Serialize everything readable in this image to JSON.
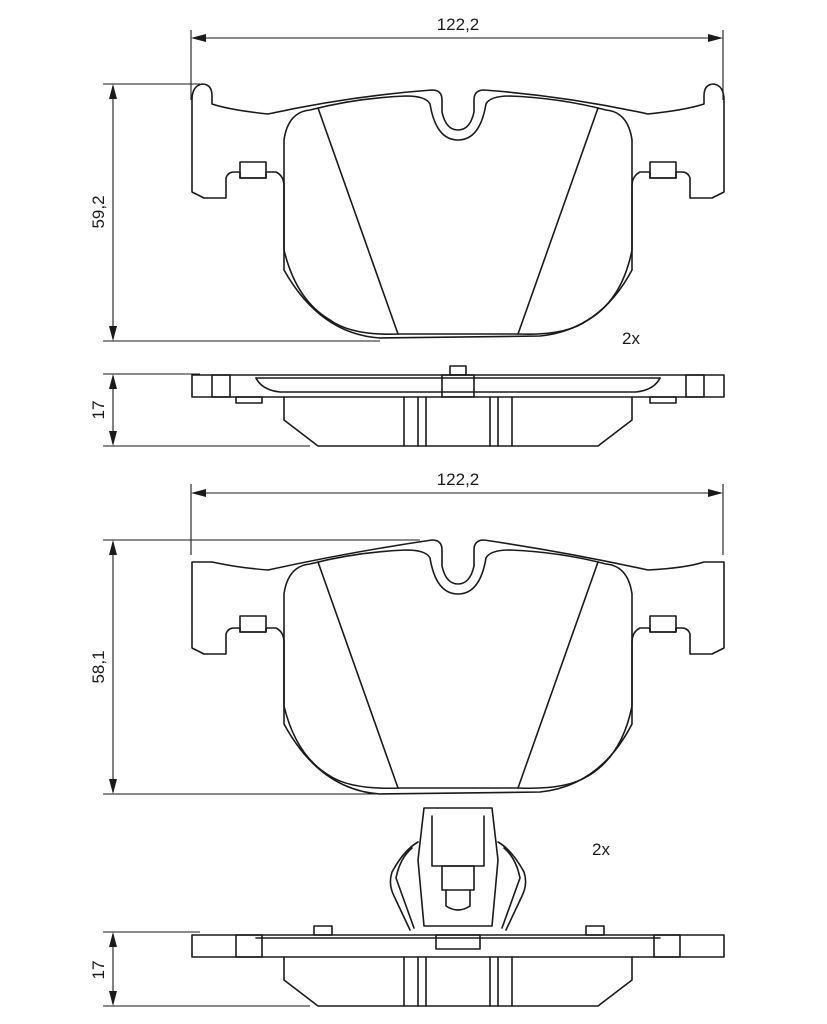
{
  "top_pad": {
    "width_label": "122,2",
    "height_label": "59,2",
    "quantity_label": "2x",
    "thickness_label": "17"
  },
  "bottom_pad": {
    "width_label": "122,2",
    "height_label": "58,1",
    "quantity_label": "2x",
    "thickness_label": "17"
  }
}
